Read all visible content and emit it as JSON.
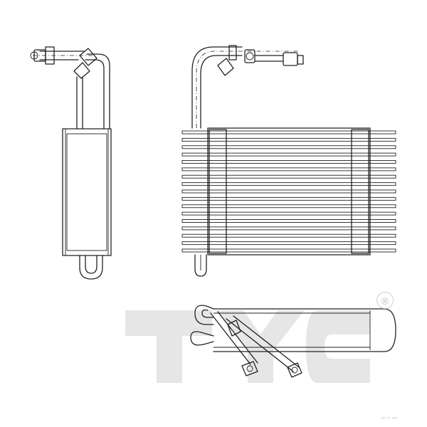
{
  "brand": {
    "watermark_logo": "TYC",
    "registered_symbol": "®",
    "corner_mark": "≈∽∾"
  },
  "views": [
    {
      "name": "side-view"
    },
    {
      "name": "front-view"
    },
    {
      "name": "top-view"
    }
  ],
  "colors": {
    "line": "#222222",
    "watermark": "#e6e6e6",
    "background": "#ffffff"
  }
}
